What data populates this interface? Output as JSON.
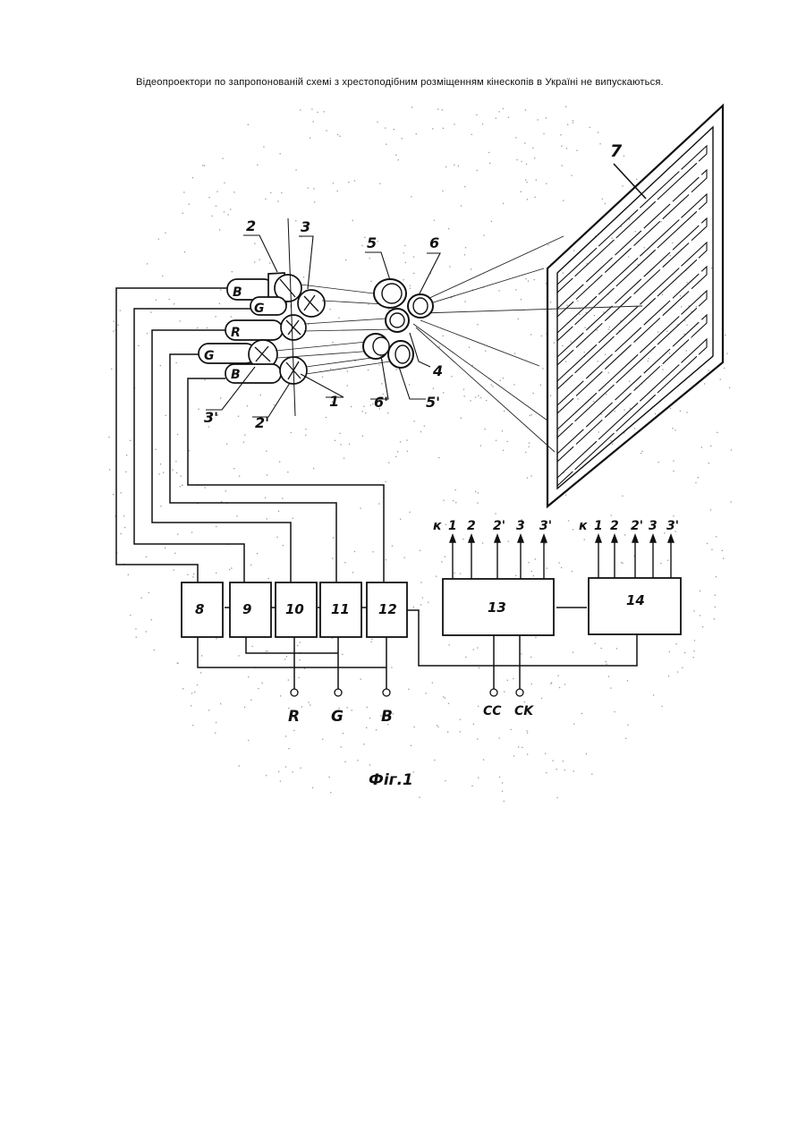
{
  "paragraph": "Відеопроектори по запропонованій схемі з хрестоподібним розміщенням кінескопів в Україні не випускаються.",
  "labels": {
    "tube_2": "2",
    "tube_3": "3",
    "objective_5": "5",
    "objective_6": "6",
    "screen_7": "7",
    "objective_4": "4",
    "objective_5p": "5'",
    "objective_6p": "6'",
    "tube_1": "1",
    "tube_3p": "3'",
    "tube_2p": "2'"
  },
  "tube_colors": {
    "b_top": "B",
    "g_top": "G",
    "r": "R",
    "g_lower": "G",
    "b_lower": "B"
  },
  "blocks": {
    "b8": "8",
    "b9": "9",
    "b10": "10",
    "b11": "11",
    "b12": "12",
    "b13": "13",
    "b14": "14"
  },
  "outputs_13": [
    "к",
    "1",
    "2",
    "2'",
    "3",
    "3'"
  ],
  "outputs_14": [
    "к",
    "1",
    "2",
    "2'",
    "3",
    "3'"
  ],
  "inputs": {
    "r": "R",
    "g": "G",
    "b": "B",
    "cc": "CC",
    "ck": "CK"
  },
  "caption": "Фіг.1"
}
